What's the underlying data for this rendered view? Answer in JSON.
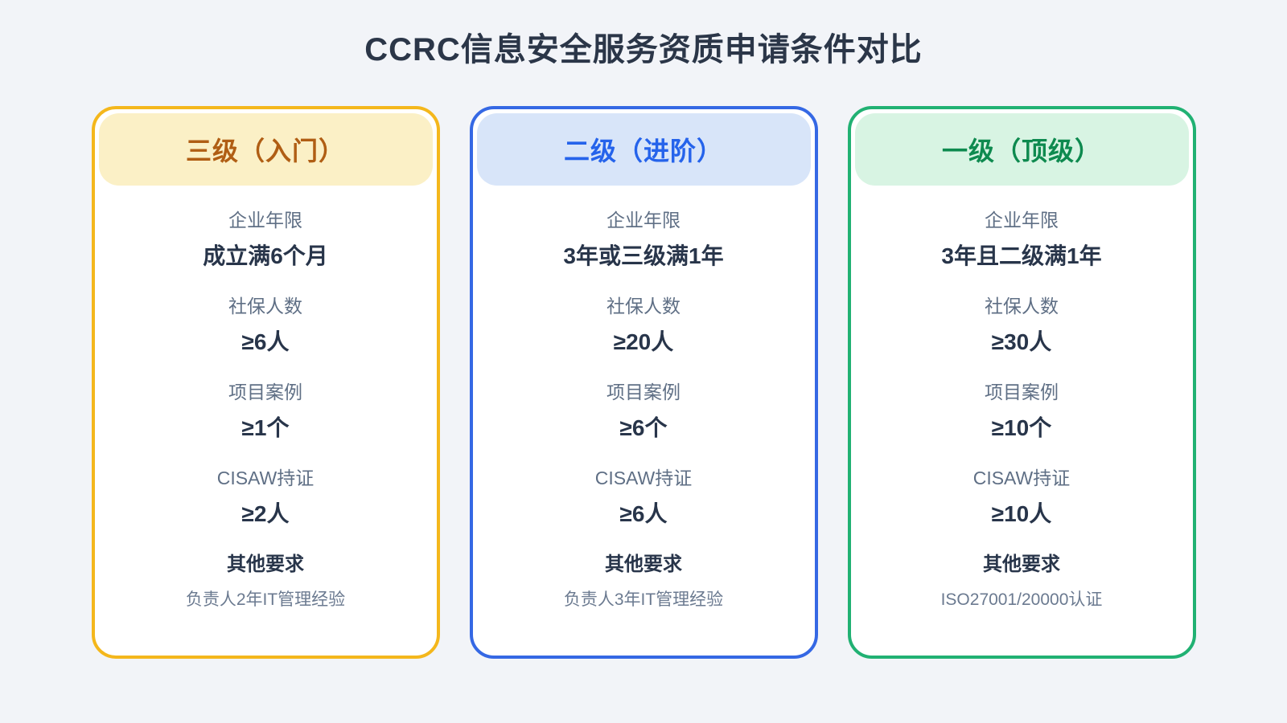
{
  "page": {
    "title": "CCRC信息安全服务资质申请条件对比",
    "background_color": "#F2F4F8",
    "title_color": "#2B3648",
    "label_color": "#5F6F85",
    "value_color": "#28354A"
  },
  "cards": [
    {
      "level": "level-3-entry",
      "title": "三级（入门）",
      "colors": {
        "border": "#F4B71C",
        "header_bg": "#FBF0C6",
        "header_text": "#B05E14"
      },
      "rows": [
        {
          "label": "企业年限",
          "value": "成立满6个月"
        },
        {
          "label": "社保人数",
          "value": "≥6人"
        },
        {
          "label": "项目案例",
          "value": "≥1个"
        },
        {
          "label": "CISAW持证",
          "value": "≥2人"
        },
        {
          "label": "其他要求",
          "value": "负责人2年IT管理经验"
        }
      ]
    },
    {
      "level": "level-2-advanced",
      "title": "二级（进阶）",
      "colors": {
        "border": "#3568E4",
        "header_bg": "#D8E5F9",
        "header_text": "#2563EB"
      },
      "rows": [
        {
          "label": "企业年限",
          "value": "3年或三级满1年"
        },
        {
          "label": "社保人数",
          "value": "≥20人"
        },
        {
          "label": "项目案例",
          "value": "≥6个"
        },
        {
          "label": "CISAW持证",
          "value": "≥6人"
        },
        {
          "label": "其他要求",
          "value": "负责人3年IT管理经验"
        }
      ]
    },
    {
      "level": "level-1-top",
      "title": "一级（顶级）",
      "colors": {
        "border": "#21B173",
        "header_bg": "#D8F4E3",
        "header_text": "#0E8A4F"
      },
      "rows": [
        {
          "label": "企业年限",
          "value": "3年且二级满1年"
        },
        {
          "label": "社保人数",
          "value": "≥30人"
        },
        {
          "label": "项目案例",
          "value": "≥10个"
        },
        {
          "label": "CISAW持证",
          "value": "≥10人"
        },
        {
          "label": "其他要求",
          "value": "ISO27001/20000认证"
        }
      ]
    }
  ]
}
